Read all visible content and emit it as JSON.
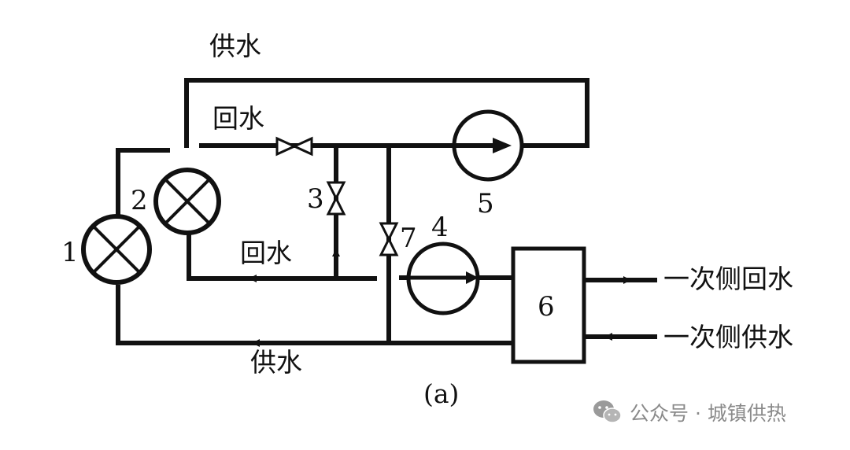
{
  "diagram": {
    "labels": {
      "supply_top": "供水",
      "return_top": "回水",
      "return_mid": "回水",
      "supply_bottom": "供水",
      "primary_return": "一次侧回水",
      "primary_supply": "一次侧供水",
      "caption": "(a)"
    },
    "components": {
      "pump1": "1",
      "pump2": "2",
      "valve3": "3",
      "pump4": "4",
      "pump5": "5",
      "exchanger6": "6",
      "valve7": "7"
    }
  },
  "watermark": {
    "text": "公众号 · 城镇供热",
    "icon": "wechat-icon",
    "color": "#8a8a8a"
  }
}
